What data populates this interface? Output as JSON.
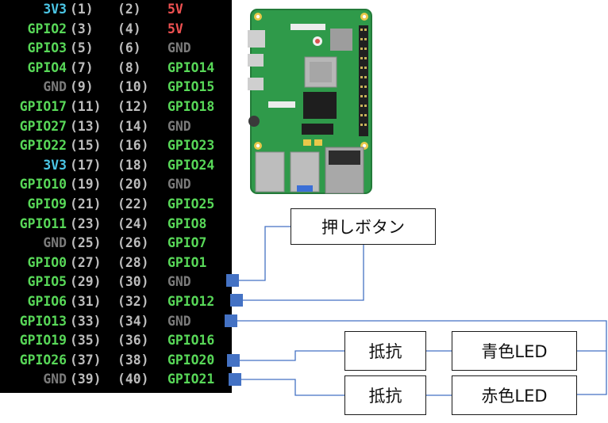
{
  "pinout": {
    "rows": [
      {
        "left_name": "3V3",
        "left_num": "(1)",
        "right_num": "(2)",
        "right_name": "5V",
        "left_type": "3v3",
        "right_type": "5v"
      },
      {
        "left_name": "GPIO2",
        "left_num": "(3)",
        "right_num": "(4)",
        "right_name": "5V",
        "left_type": "gpio",
        "right_type": "5v"
      },
      {
        "left_name": "GPIO3",
        "left_num": "(5)",
        "right_num": "(6)",
        "right_name": "GND",
        "left_type": "gpio",
        "right_type": "gnd"
      },
      {
        "left_name": "GPIO4",
        "left_num": "(7)",
        "right_num": "(8)",
        "right_name": "GPIO14",
        "left_type": "gpio",
        "right_type": "gpio"
      },
      {
        "left_name": "GND",
        "left_num": "(9)",
        "right_num": "(10)",
        "right_name": "GPIO15",
        "left_type": "gnd",
        "right_type": "gpio"
      },
      {
        "left_name": "GPIO17",
        "left_num": "(11)",
        "right_num": "(12)",
        "right_name": "GPIO18",
        "left_type": "gpio",
        "right_type": "gpio"
      },
      {
        "left_name": "GPIO27",
        "left_num": "(13)",
        "right_num": "(14)",
        "right_name": "GND",
        "left_type": "gpio",
        "right_type": "gnd"
      },
      {
        "left_name": "GPIO22",
        "left_num": "(15)",
        "right_num": "(16)",
        "right_name": "GPIO23",
        "left_type": "gpio",
        "right_type": "gpio"
      },
      {
        "left_name": "3V3",
        "left_num": "(17)",
        "right_num": "(18)",
        "right_name": "GPIO24",
        "left_type": "3v3",
        "right_type": "gpio"
      },
      {
        "left_name": "GPIO10",
        "left_num": "(19)",
        "right_num": "(20)",
        "right_name": "GND",
        "left_type": "gpio",
        "right_type": "gnd"
      },
      {
        "left_name": "GPIO9",
        "left_num": "(21)",
        "right_num": "(22)",
        "right_name": "GPIO25",
        "left_type": "gpio",
        "right_type": "gpio"
      },
      {
        "left_name": "GPIO11",
        "left_num": "(23)",
        "right_num": "(24)",
        "right_name": "GPIO8",
        "left_type": "gpio",
        "right_type": "gpio"
      },
      {
        "left_name": "GND",
        "left_num": "(25)",
        "right_num": "(26)",
        "right_name": "GPIO7",
        "left_type": "gnd",
        "right_type": "gpio"
      },
      {
        "left_name": "GPIO0",
        "left_num": "(27)",
        "right_num": "(28)",
        "right_name": "GPIO1",
        "left_type": "gpio",
        "right_type": "gpio"
      },
      {
        "left_name": "GPIO5",
        "left_num": "(29)",
        "right_num": "(30)",
        "right_name": "GND",
        "left_type": "gpio",
        "right_type": "gnd"
      },
      {
        "left_name": "GPIO6",
        "left_num": "(31)",
        "right_num": "(32)",
        "right_name": "GPIO12",
        "left_type": "gpio",
        "right_type": "gpio"
      },
      {
        "left_name": "GPIO13",
        "left_num": "(33)",
        "right_num": "(34)",
        "right_name": "GND",
        "left_type": "gpio",
        "right_type": "gnd"
      },
      {
        "left_name": "GPIO19",
        "left_num": "(35)",
        "right_num": "(36)",
        "right_name": "GPIO16",
        "left_type": "gpio",
        "right_type": "gpio"
      },
      {
        "left_name": "GPIO26",
        "left_num": "(37)",
        "right_num": "(38)",
        "right_name": "GPIO20",
        "left_type": "gpio",
        "right_type": "gpio"
      },
      {
        "left_name": "GND",
        "left_num": "(39)",
        "right_num": "(40)",
        "right_name": "GPIO21",
        "left_type": "gnd",
        "right_type": "gpio"
      }
    ]
  },
  "components": {
    "push_button": "押しボタン",
    "resistor_1": "抵抗",
    "resistor_2": "抵抗",
    "blue_led": "青色LED",
    "red_led": "赤色LED"
  },
  "colors": {
    "gpio": "#58d858",
    "power_3v3": "#4bc6e6",
    "power_5v": "#f15252",
    "ground": "#7b7b7b",
    "pin_number": "#bdbdbd",
    "wire": "#4472c4",
    "pin_marker": "#4472c4"
  }
}
